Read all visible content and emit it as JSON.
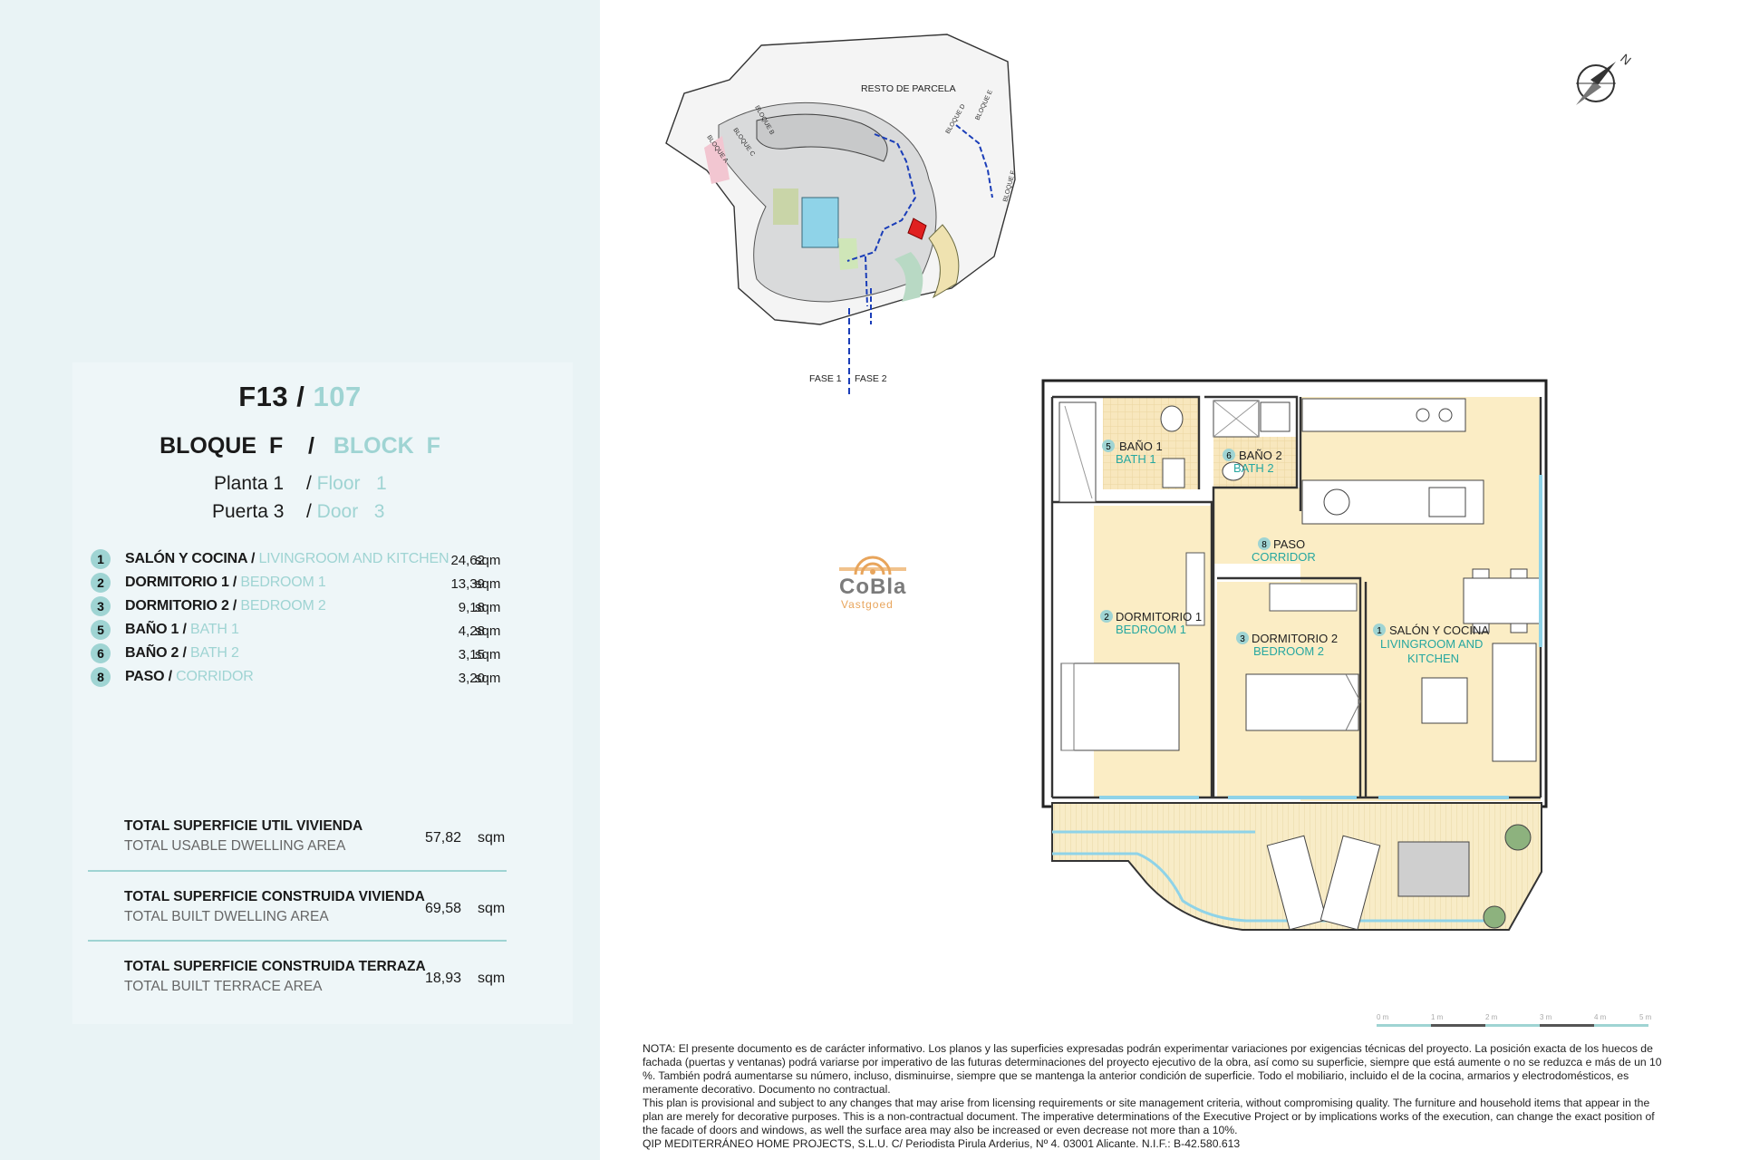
{
  "unit": {
    "code": "F13",
    "number": "107"
  },
  "block": {
    "es": "BLOQUE",
    "es_letter": "F",
    "en": "BLOCK",
    "en_letter": "F"
  },
  "floor": {
    "es": "Planta",
    "es_value": "1",
    "en": "Floor",
    "en_value": "1"
  },
  "door": {
    "es": "Puerta",
    "es_value": "3",
    "en": "Door",
    "en_value": "3"
  },
  "rooms": [
    {
      "num": "1",
      "es": "SALÓN Y COCINA",
      "en": "LIVINGROOM AND KITCHEN",
      "area": "24,62",
      "unit": "sqm"
    },
    {
      "num": "2",
      "es": "DORMITORIO 1",
      "en": "BEDROOM 1",
      "area": "13,39",
      "unit": "sqm"
    },
    {
      "num": "3",
      "es": "DORMITORIO 2",
      "en": "BEDROOM 2",
      "area": "9,18",
      "unit": "sqm"
    },
    {
      "num": "5",
      "es": "BAÑO 1",
      "en": "BATH 1",
      "area": "4,28",
      "unit": "sqm"
    },
    {
      "num": "6",
      "es": "BAÑO 2",
      "en": "BATH 2",
      "area": "3,15",
      "unit": "sqm"
    },
    {
      "num": "8",
      "es": "PASO",
      "en": "CORRIDOR",
      "area": "3,20",
      "unit": "sqm"
    }
  ],
  "totals": [
    {
      "es": "TOTAL SUPERFICIE UTIL VIVIENDA",
      "en": "TOTAL USABLE DWELLING AREA",
      "value": "57,82",
      "unit": "sqm"
    },
    {
      "es": "TOTAL SUPERFICIE CONSTRUIDA VIVIENDA",
      "en": "TOTAL BUILT DWELLING AREA",
      "value": "69,58",
      "unit": "sqm"
    },
    {
      "es": "TOTAL SUPERFICIE CONSTRUIDA TERRAZA",
      "en": "TOTAL BUILT TERRACE AREA",
      "value": "18,93",
      "unit": "sqm"
    }
  ],
  "site_plan": {
    "rest": "RESTO DE PARCELA",
    "phase1": "FASE 1",
    "phase2": "FASE 2",
    "blocks": [
      "BLOQUE A",
      "BLOQUE B",
      "BLOQUE C",
      "BLOQUE D",
      "BLOQUE E",
      "BLOQUE F"
    ]
  },
  "plan_labels": {
    "bath1": {
      "num": "5",
      "es": "BAÑO 1",
      "en": "BATH 1"
    },
    "bath2": {
      "num": "6",
      "es": "BAÑO 2",
      "en": "BATH 2"
    },
    "corridor": {
      "num": "8",
      "es": "PASO",
      "en": "CORRIDOR"
    },
    "bedroom1": {
      "num": "2",
      "es": "DORMITORIO 1",
      "en": "BEDROOM 1"
    },
    "bedroom2": {
      "num": "3",
      "es": "DORMITORIO 2",
      "en": "BEDROOM 2"
    },
    "living": {
      "num": "1",
      "es": "SALÓN Y COCINA",
      "en1": "LIVINGROOM AND",
      "en2": "KITCHEN"
    }
  },
  "scale_bar": [
    "0 m",
    "1 m",
    "2 m",
    "3 m",
    "4 m",
    "5 m"
  ],
  "compass": {
    "north": "N"
  },
  "logo": {
    "name": "CoBla",
    "sub": "Vastgoed"
  },
  "note": {
    "es": "NOTA: El presente documento es de carácter informativo. Los planos y las superficies expresadas podrán experimentar variaciones por exigencias técnicas del proyecto. La posición exacta de los huecos de fachada (puertas y ventanas) podrá variarse por imperativo de las futuras determinaciones del proyecto ejecutivo de la obra, así como su superficie, siempre que está aumente o no se reduzca e más de un 10 %. También podrá aumentarse su número, incluso, disminuirse, siempre que se mantenga la anterior condición de superficie. Todo el mobiliario, incluido el de la cocina, armarios y electrodomésticos, es meramente decorativo. Documento no contractual.",
    "en": "This plan is provisional and subject to any changes that may arise from licensing requirements or site management criteria, without compromising quality. The furniture and household items that appear in the plan are merely for decorative purposes. This is a non-contractual document. The imperative determinations of the Executive Project or by implications works of the execution, can change the exact position of the facade of doors and windows, as well the surface area may also be increased or even decrease not more than a 10%.",
    "company": "QIP MEDITERRÁNEO HOME PROJECTS, S.L.U. C/ Periodista Pirula Arderius, Nº 4. 03001 Alicante. N.I.F.: B-42.580.613"
  },
  "colors": {
    "accent": "#9fd4d3",
    "room_fill": "#fbedc5",
    "sidebar": "#e9f3f5",
    "highlight": "#e02020"
  }
}
